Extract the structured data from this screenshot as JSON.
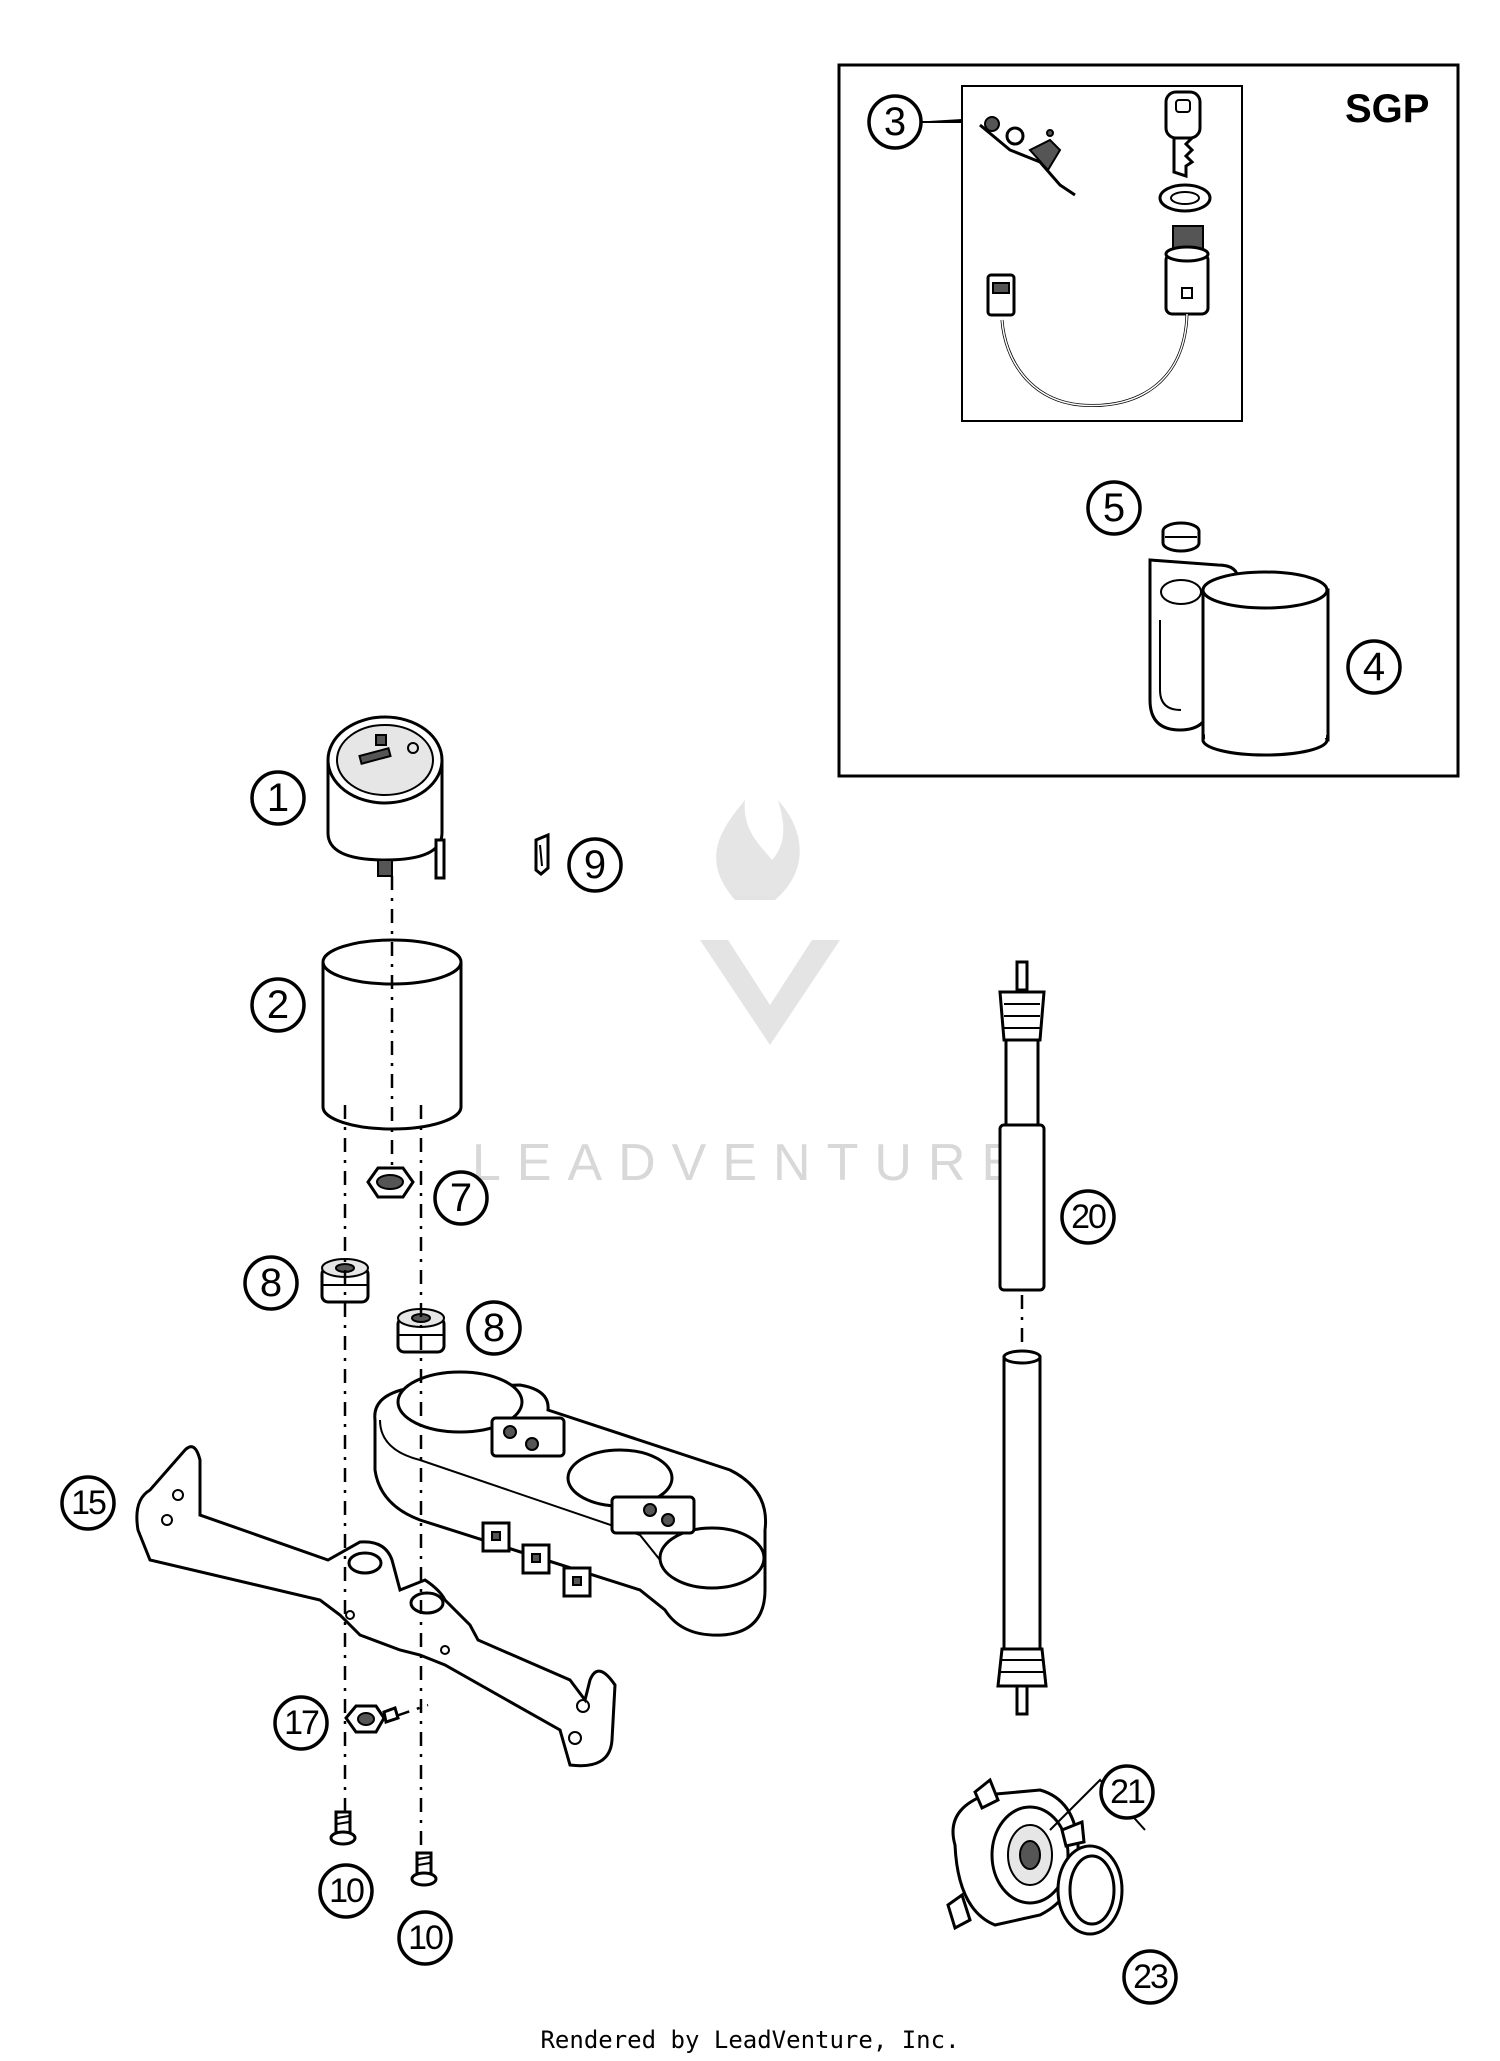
{
  "diagram": {
    "sgp_label": "SGP",
    "watermark": "LEADVENTURE",
    "callouts": {
      "c1": "1",
      "c2": "2",
      "c3": "3",
      "c4": "4",
      "c5": "5",
      "c7": "7",
      "c8a": "8",
      "c8b": "8",
      "c9": "9",
      "c10a": "10",
      "c10b": "10",
      "c15": "15",
      "c17": "17",
      "c20": "20",
      "c21": "21",
      "c23": "23"
    }
  },
  "footer": {
    "text": "Rendered by LeadVenture, Inc."
  }
}
